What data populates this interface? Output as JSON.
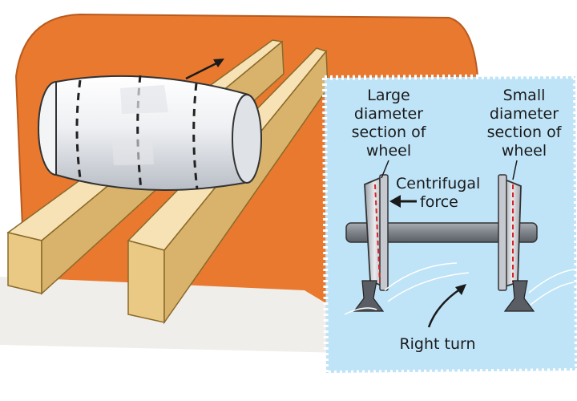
{
  "labels": {
    "large": [
      "Large",
      "diameter",
      "section of",
      "wheel"
    ],
    "small": [
      "Small",
      "diameter",
      "section of",
      "wheel"
    ],
    "centrifugal": [
      "Centrifugal",
      "force"
    ],
    "right_turn": "Right turn"
  },
  "colors": {
    "backdrop": "#e8792f",
    "panel": "#bfe3f7",
    "rail_wood": "#f2d59a",
    "wheel": "#d8dbe0",
    "axle": "#7d8289",
    "marker_line": "#d6232a"
  },
  "icons": {
    "motion_arrow": "arrow-up-right-icon",
    "force_arrow": "arrow-left-icon",
    "turn_arrow": "curved-arrow-icon"
  }
}
